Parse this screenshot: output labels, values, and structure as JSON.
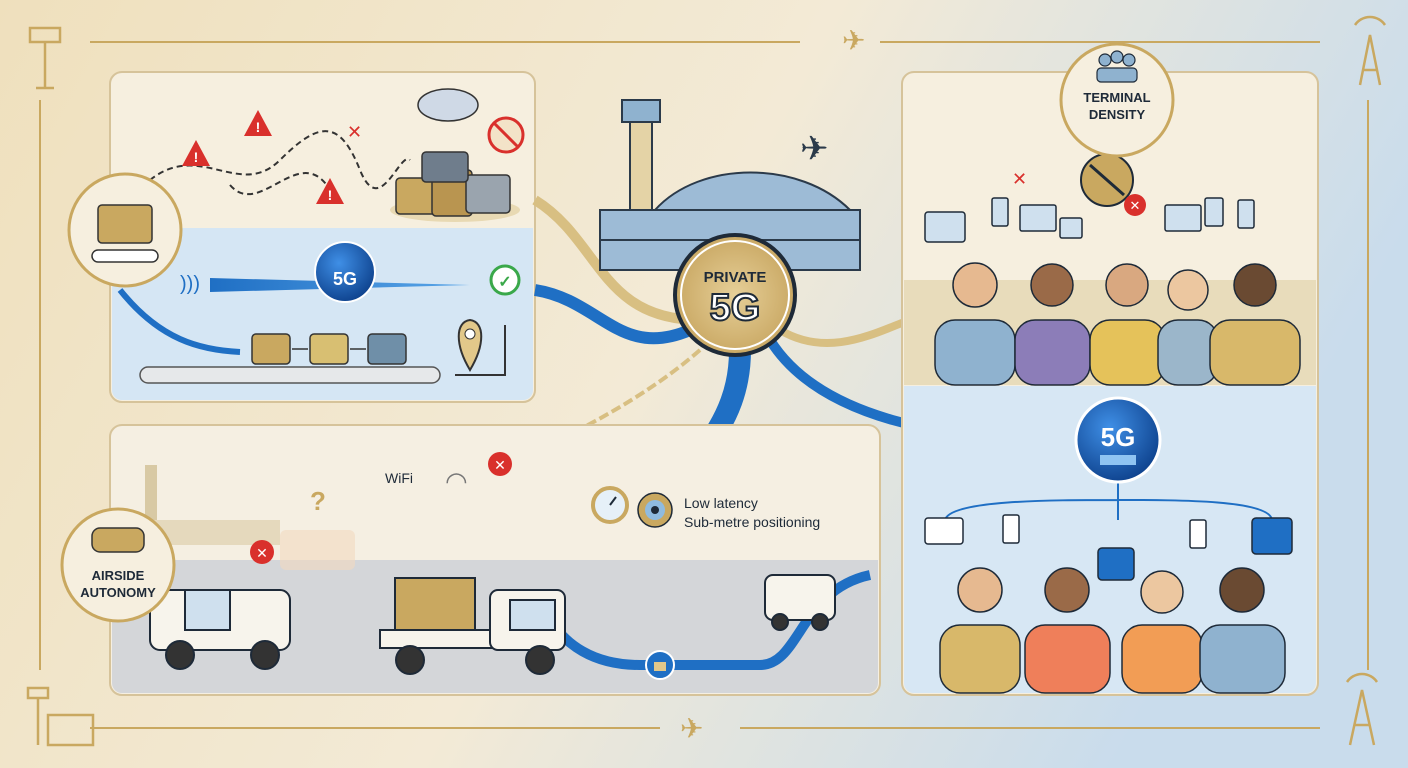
{
  "center": {
    "line1": "PRIVATE",
    "line2": "5G"
  },
  "baggage_panel": {
    "badge_5g": "5G"
  },
  "airside_panel": {
    "badge_line1": "AIRSIDE",
    "badge_line2": "AUTONOMY",
    "wifi_label": "WiFi",
    "question_mark": "?",
    "feature_line1": "Low latency",
    "feature_line2": "Sub-metre positioning"
  },
  "terminal_panel": {
    "badge_line1": "TERMINAL",
    "badge_line2": "DENSITY",
    "badge_5g": "5G"
  },
  "colors": {
    "gold": "#c9a860",
    "blue": "#1f6fc4",
    "red": "#d9302c",
    "green": "#3aa84a",
    "navy": "#1e2a38"
  }
}
